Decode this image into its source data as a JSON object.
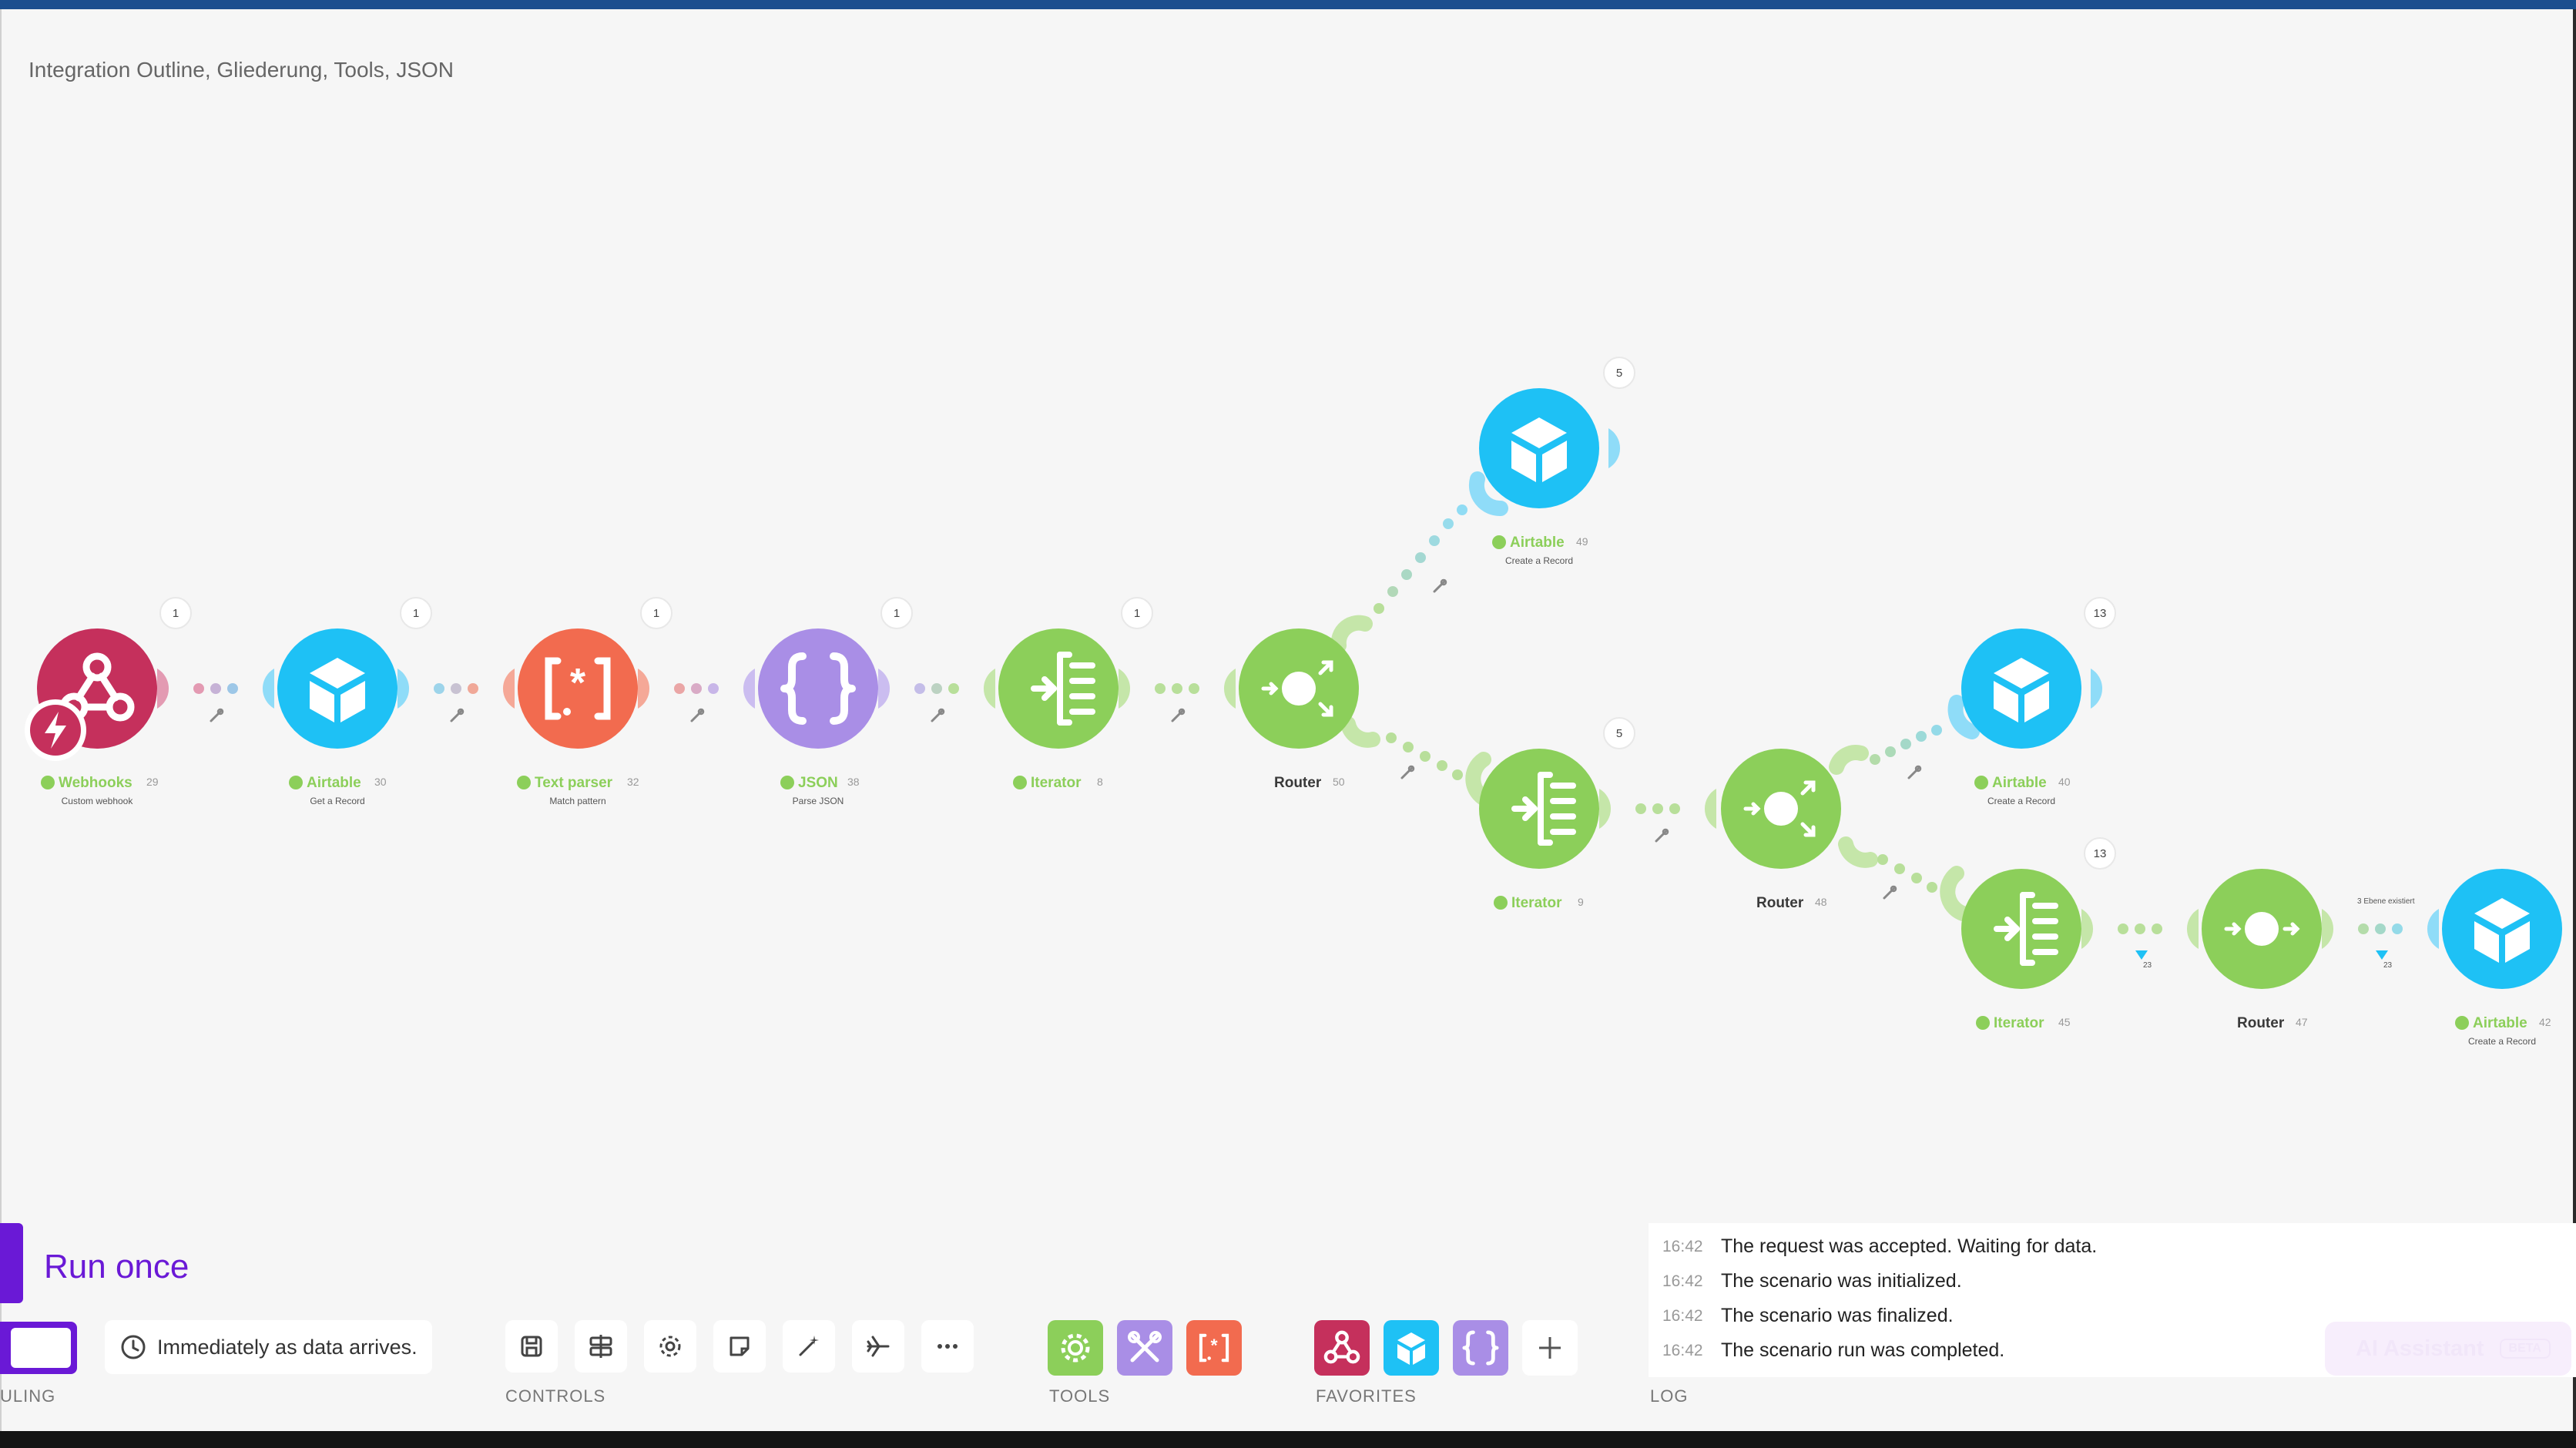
{
  "breadcrumb": "Integration Outline, Gliederung, Tools, JSON",
  "colors": {
    "webhooks": "#c5305c",
    "airtable": "#1ec1f5",
    "textparser": "#f26b4f",
    "json": "#a98ee6",
    "flowcontrol": "#8ccf5a",
    "accent": "#6a19d6"
  },
  "nodes": {
    "webhooks": {
      "name": "Webhooks",
      "id": "29",
      "sub": "Custom webhook",
      "count": "1"
    },
    "airtable_get": {
      "name": "Airtable",
      "id": "30",
      "sub": "Get a Record",
      "count": "1"
    },
    "textparser": {
      "name": "Text parser",
      "id": "32",
      "sub": "Match pattern",
      "count": "1"
    },
    "json": {
      "name": "JSON",
      "id": "38",
      "sub": "Parse JSON",
      "count": "1"
    },
    "iterator_8": {
      "name": "Iterator",
      "id": "8",
      "count": "1"
    },
    "router_50": {
      "name": "Router",
      "id": "50"
    },
    "airtable_49": {
      "name": "Airtable",
      "id": "49",
      "sub": "Create a Record",
      "count": "5"
    },
    "iterator_9": {
      "name": "Iterator",
      "id": "9",
      "count": "5"
    },
    "router_48": {
      "name": "Router",
      "id": "48"
    },
    "airtable_40": {
      "name": "Airtable",
      "id": "40",
      "sub": "Create a Record",
      "count": "13"
    },
    "iterator_45": {
      "name": "Iterator",
      "id": "45",
      "count": "13"
    },
    "router_47": {
      "name": "Router",
      "id": "47"
    },
    "airtable_42": {
      "name": "Airtable",
      "id": "42",
      "sub": "Create a Record"
    }
  },
  "filters": {
    "f1_count": "23",
    "f2_count": "23",
    "f2_label": "3 Ebene existiert"
  },
  "run": {
    "label": "Run once"
  },
  "schedule": {
    "label": "Immediately as data arrives.",
    "section": "ULING"
  },
  "sections": {
    "controls": "CONTROLS",
    "tools": "TOOLS",
    "favorites": "FAVORITES",
    "log": "LOG"
  },
  "controls": [
    "save-icon",
    "align-icon",
    "gear-icon",
    "note-icon",
    "magic-wand-icon",
    "airplane-icon",
    "more-icon"
  ],
  "tools": [
    "gear-icon",
    "tools-icon",
    "text-parser-icon"
  ],
  "favorites": [
    "webhooks-icon",
    "airtable-icon",
    "json-icon",
    "plus-icon"
  ],
  "log": [
    {
      "time": "16:42",
      "text": "The request was accepted. Waiting for data."
    },
    {
      "time": "16:42",
      "text": "The scenario was initialized."
    },
    {
      "time": "16:42",
      "text": "The scenario was finalized."
    },
    {
      "time": "16:42",
      "text": "The scenario run was completed."
    }
  ],
  "ai": {
    "label": "AI Assistant",
    "badge": "BETA"
  }
}
